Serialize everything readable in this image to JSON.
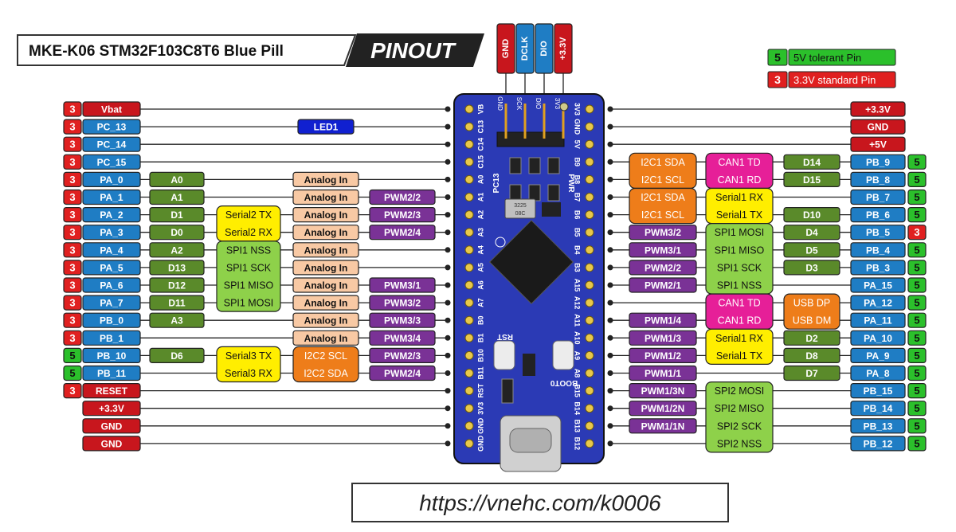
{
  "header": {
    "title": "MKE-K06 STM32F103C8T6 Blue Pill",
    "badge": "PINOUT"
  },
  "legend": [
    {
      "code": "5",
      "text": "5V tolerant Pin",
      "color": "#22cc22"
    },
    {
      "code": "3",
      "text": "3.3V standard Pin",
      "color": "#dd2222"
    }
  ],
  "debug_header": [
    "GND",
    "DCLK",
    "DIO",
    "+3.3V"
  ],
  "left_rows": [
    {
      "tol": "3",
      "pin": "Vbat",
      "pin_color": "red",
      "board": "VB"
    },
    {
      "tol": "3",
      "pin": "PC_13",
      "pin_color": "blue",
      "board": "C13",
      "mid": "LED1"
    },
    {
      "tol": "3",
      "pin": "PC_14",
      "pin_color": "blue",
      "board": "C14"
    },
    {
      "tol": "3",
      "pin": "PC_15",
      "pin_color": "blue",
      "board": "C15"
    },
    {
      "tol": "3",
      "pin": "PA_0",
      "pin_color": "blue",
      "board": "A0",
      "ard": "A0",
      "analog": "Analog In"
    },
    {
      "tol": "3",
      "pin": "PA_1",
      "pin_color": "blue",
      "board": "A1",
      "ard": "A1",
      "analog": "Analog In",
      "pwm": "PWM2/2"
    },
    {
      "tol": "3",
      "pin": "PA_2",
      "pin_color": "blue",
      "board": "A2",
      "ard": "D1",
      "analog": "Analog In",
      "pwm": "PWM2/3"
    },
    {
      "tol": "3",
      "pin": "PA_3",
      "pin_color": "blue",
      "board": "A3",
      "ard": "D0",
      "analog": "Analog In",
      "pwm": "PWM2/4"
    },
    {
      "tol": "3",
      "pin": "PA_4",
      "pin_color": "blue",
      "board": "A4",
      "ard": "A2",
      "analog": "Analog In"
    },
    {
      "tol": "3",
      "pin": "PA_5",
      "pin_color": "blue",
      "board": "A5",
      "ard": "D13",
      "analog": "Analog In"
    },
    {
      "tol": "3",
      "pin": "PA_6",
      "pin_color": "blue",
      "board": "A6",
      "ard": "D12",
      "analog": "Analog In",
      "pwm": "PWM3/1"
    },
    {
      "tol": "3",
      "pin": "PA_7",
      "pin_color": "blue",
      "board": "A7",
      "ard": "D11",
      "analog": "Analog In",
      "pwm": "PWM3/2"
    },
    {
      "tol": "3",
      "pin": "PB_0",
      "pin_color": "blue",
      "board": "B0",
      "ard": "A3",
      "analog": "Analog In",
      "pwm": "PWM3/3"
    },
    {
      "tol": "3",
      "pin": "PB_1",
      "pin_color": "blue",
      "board": "B1",
      "analog": "Analog In",
      "pwm": "PWM3/4"
    },
    {
      "tol": "5",
      "pin": "PB_10",
      "pin_color": "blue",
      "board": "B10",
      "ard": "D6",
      "pwm": "PWM2/3"
    },
    {
      "tol": "5",
      "pin": "PB_11",
      "pin_color": "blue",
      "board": "B11",
      "pwm": "PWM2/4"
    },
    {
      "tol": "3",
      "pin": "RESET",
      "pin_color": "red",
      "board": "RST"
    },
    {
      "pin": "+3.3V",
      "pin_color": "red",
      "board": "3V3"
    },
    {
      "pin": "GND",
      "pin_color": "red",
      "board": "GND"
    },
    {
      "pin": "GND",
      "pin_color": "red",
      "board": "GND"
    }
  ],
  "left_groups": [
    {
      "rows": [
        6,
        7
      ],
      "color": "yellow",
      "lines": [
        "Serial2 TX",
        "Serial2 RX"
      ]
    },
    {
      "rows": [
        8,
        11
      ],
      "color": "lgreen",
      "lines": [
        "SPI1 NSS",
        "SPI1 SCK",
        "SPI1 MISO",
        "SPI1 MOSI"
      ]
    },
    {
      "rows": [
        14,
        15
      ],
      "color": "yellow",
      "lines": [
        "Serial3 TX",
        "Serial3 RX"
      ]
    },
    {
      "rows": [
        14,
        15
      ],
      "color": "orange",
      "lines": [
        "I2C2 SCL",
        "I2C2 SDA"
      ]
    }
  ],
  "right_rows": [
    {
      "pin": "+3.3V",
      "pin_color": "red",
      "board": "3V3"
    },
    {
      "pin": "GND",
      "pin_color": "red",
      "board": "GND"
    },
    {
      "pin": "+5V",
      "pin_color": "red",
      "board": "5V"
    },
    {
      "tol": "5",
      "pin": "PB_9",
      "pin_color": "blue",
      "board": "B9",
      "ard": "D14"
    },
    {
      "tol": "5",
      "pin": "PB_8",
      "pin_color": "blue",
      "board": "B8",
      "ard": "D15"
    },
    {
      "tol": "5",
      "pin": "PB_7",
      "pin_color": "blue",
      "board": "B7"
    },
    {
      "tol": "5",
      "pin": "PB_6",
      "pin_color": "blue",
      "board": "B6",
      "ard": "D10"
    },
    {
      "tol": "3",
      "pin": "PB_5",
      "pin_color": "blue",
      "board": "B5",
      "ard": "D4",
      "pwm": "PWM3/2"
    },
    {
      "tol": "5",
      "pin": "PB_4",
      "pin_color": "blue",
      "board": "B4",
      "ard": "D5",
      "pwm": "PWM3/1"
    },
    {
      "tol": "5",
      "pin": "PB_3",
      "pin_color": "blue",
      "board": "B3",
      "ard": "D3",
      "pwm": "PWM2/2"
    },
    {
      "tol": "5",
      "pin": "PA_15",
      "pin_color": "blue",
      "board": "A15",
      "pwm": "PWM2/1"
    },
    {
      "tol": "5",
      "pin": "PA_12",
      "pin_color": "blue",
      "board": "A12"
    },
    {
      "tol": "5",
      "pin": "PA_11",
      "pin_color": "blue",
      "board": "A11",
      "pwm": "PWM1/4"
    },
    {
      "tol": "5",
      "pin": "PA_10",
      "pin_color": "blue",
      "board": "A10",
      "ard": "D2",
      "pwm": "PWM1/3"
    },
    {
      "tol": "5",
      "pin": "PA_9",
      "pin_color": "blue",
      "board": "A9",
      "ard": "D8",
      "pwm": "PWM1/2"
    },
    {
      "tol": "5",
      "pin": "PA_8",
      "pin_color": "blue",
      "board": "A8",
      "ard": "D7",
      "pwm": "PWM1/1"
    },
    {
      "tol": "5",
      "pin": "PB_15",
      "pin_color": "blue",
      "board": "B15",
      "pwm": "PWM1/3N"
    },
    {
      "tol": "5",
      "pin": "PB_14",
      "pin_color": "blue",
      "board": "B14",
      "pwm": "PWM1/2N"
    },
    {
      "tol": "5",
      "pin": "PB_13",
      "pin_color": "blue",
      "board": "B13",
      "pwm": "PWM1/1N"
    },
    {
      "tol": "5",
      "pin": "PB_12",
      "pin_color": "blue",
      "board": "B12"
    }
  ],
  "right_groups": [
    {
      "rows": [
        3,
        4
      ],
      "color": "orange",
      "lines": [
        "I2C1 SDA",
        "I2C1 SCL"
      ]
    },
    {
      "rows": [
        3,
        4
      ],
      "color": "magenta",
      "lines": [
        "CAN1 TD",
        "CAN1 RD"
      ]
    },
    {
      "rows": [
        5,
        6
      ],
      "color": "orange",
      "lines": [
        "I2C1 SDA",
        "I2C1 SCL"
      ]
    },
    {
      "rows": [
        5,
        6
      ],
      "color": "yellow",
      "lines": [
        "Serial1 RX",
        "Serial1 TX"
      ]
    },
    {
      "rows": [
        7,
        10
      ],
      "color": "lgreen",
      "lines": [
        "SPI1 MOSI",
        "SPI1 MISO",
        "SPI1 SCK",
        "SPI1 NSS"
      ]
    },
    {
      "rows": [
        11,
        12
      ],
      "color": "magenta",
      "lines": [
        "CAN1 TD",
        "CAN1 RD"
      ]
    },
    {
      "rows": [
        11,
        12
      ],
      "color": "orange",
      "lines": [
        "USB DP",
        "USB DM"
      ]
    },
    {
      "rows": [
        13,
        14
      ],
      "color": "yellow",
      "lines": [
        "Serial1 RX",
        "Serial1 TX"
      ]
    },
    {
      "rows": [
        16,
        19
      ],
      "color": "lgreen",
      "lines": [
        "SPI2 MOSI",
        "SPI2 MISO",
        "SPI2 SCK",
        "SPI2 NSS"
      ]
    }
  ],
  "board_marks": {
    "debug_labels": [
      "GND",
      "SCK",
      "DIO",
      "3V3"
    ],
    "pc13": "PC13",
    "pwr": "PWR",
    "crystal": [
      "3225",
      "08C"
    ],
    "rst": "RST",
    "boot": "BOOT0"
  },
  "url": "https://vnehc.com/k0006",
  "colors": {
    "red": "#c8161d",
    "blue": "#1f7dc4",
    "dgreen": "#5a8a2a",
    "peach": "#f8c9a4",
    "purple": "#7a3296",
    "yellow": "#ffee00",
    "lgreen": "#8ed14a",
    "orange": "#ee7d1a",
    "magenta": "#e61f98",
    "tol3": "#e02020",
    "tol5": "#2bc02b",
    "board": "#2b3ab5"
  }
}
